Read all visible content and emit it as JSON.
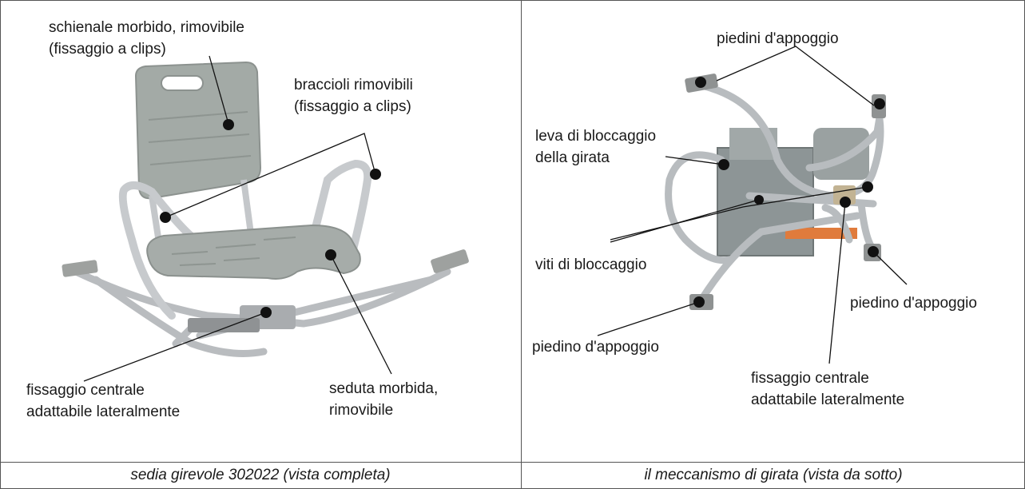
{
  "left_panel": {
    "labels": {
      "backrest_line1": "schienale morbido, rimovibile",
      "backrest_line2": "(fissaggio a clips)",
      "armrests_line1": "braccioli rimovibili",
      "armrests_line2": "(fissaggio a clips)",
      "central_fixing_line1": "fissaggio centrale",
      "central_fixing_line2": "adattabile lateralmente",
      "seat_line1": "seduta morbida,",
      "seat_line2": "rimovibile"
    }
  },
  "right_panel": {
    "labels": {
      "support_feet": "piedini d'appoggio",
      "lock_lever_line1": "leva di bloccaggio",
      "lock_lever_line2": "della girata",
      "lock_screws": "viti di bloccaggio",
      "support_foot_right": "piedino d'appoggio",
      "support_foot_left": "piedino d'appoggio",
      "central_fixing_line1": "fissaggio centrale",
      "central_fixing_line2": "adattabile lateralmente"
    }
  },
  "captions": {
    "left": "sedia girevole 302022 (vista completa)",
    "right": "il meccanismo di girata (vista da sotto)"
  }
}
